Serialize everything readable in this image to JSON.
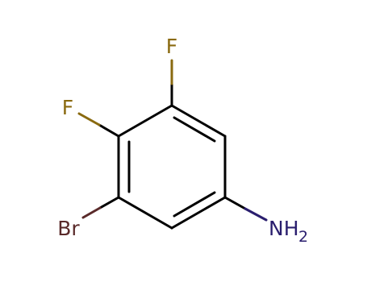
{
  "molecule": {
    "atoms": {
      "f_top": {
        "symbol": "F",
        "color": "#8a6a10"
      },
      "f_left": {
        "symbol": "F",
        "color": "#8a6a10"
      },
      "br": {
        "symbol": "Br",
        "color": "#5a2a2a"
      },
      "n": {
        "symbol": "NH",
        "subscript": "2",
        "color": "#2a1e6e"
      }
    },
    "bond_color": "#000000"
  }
}
